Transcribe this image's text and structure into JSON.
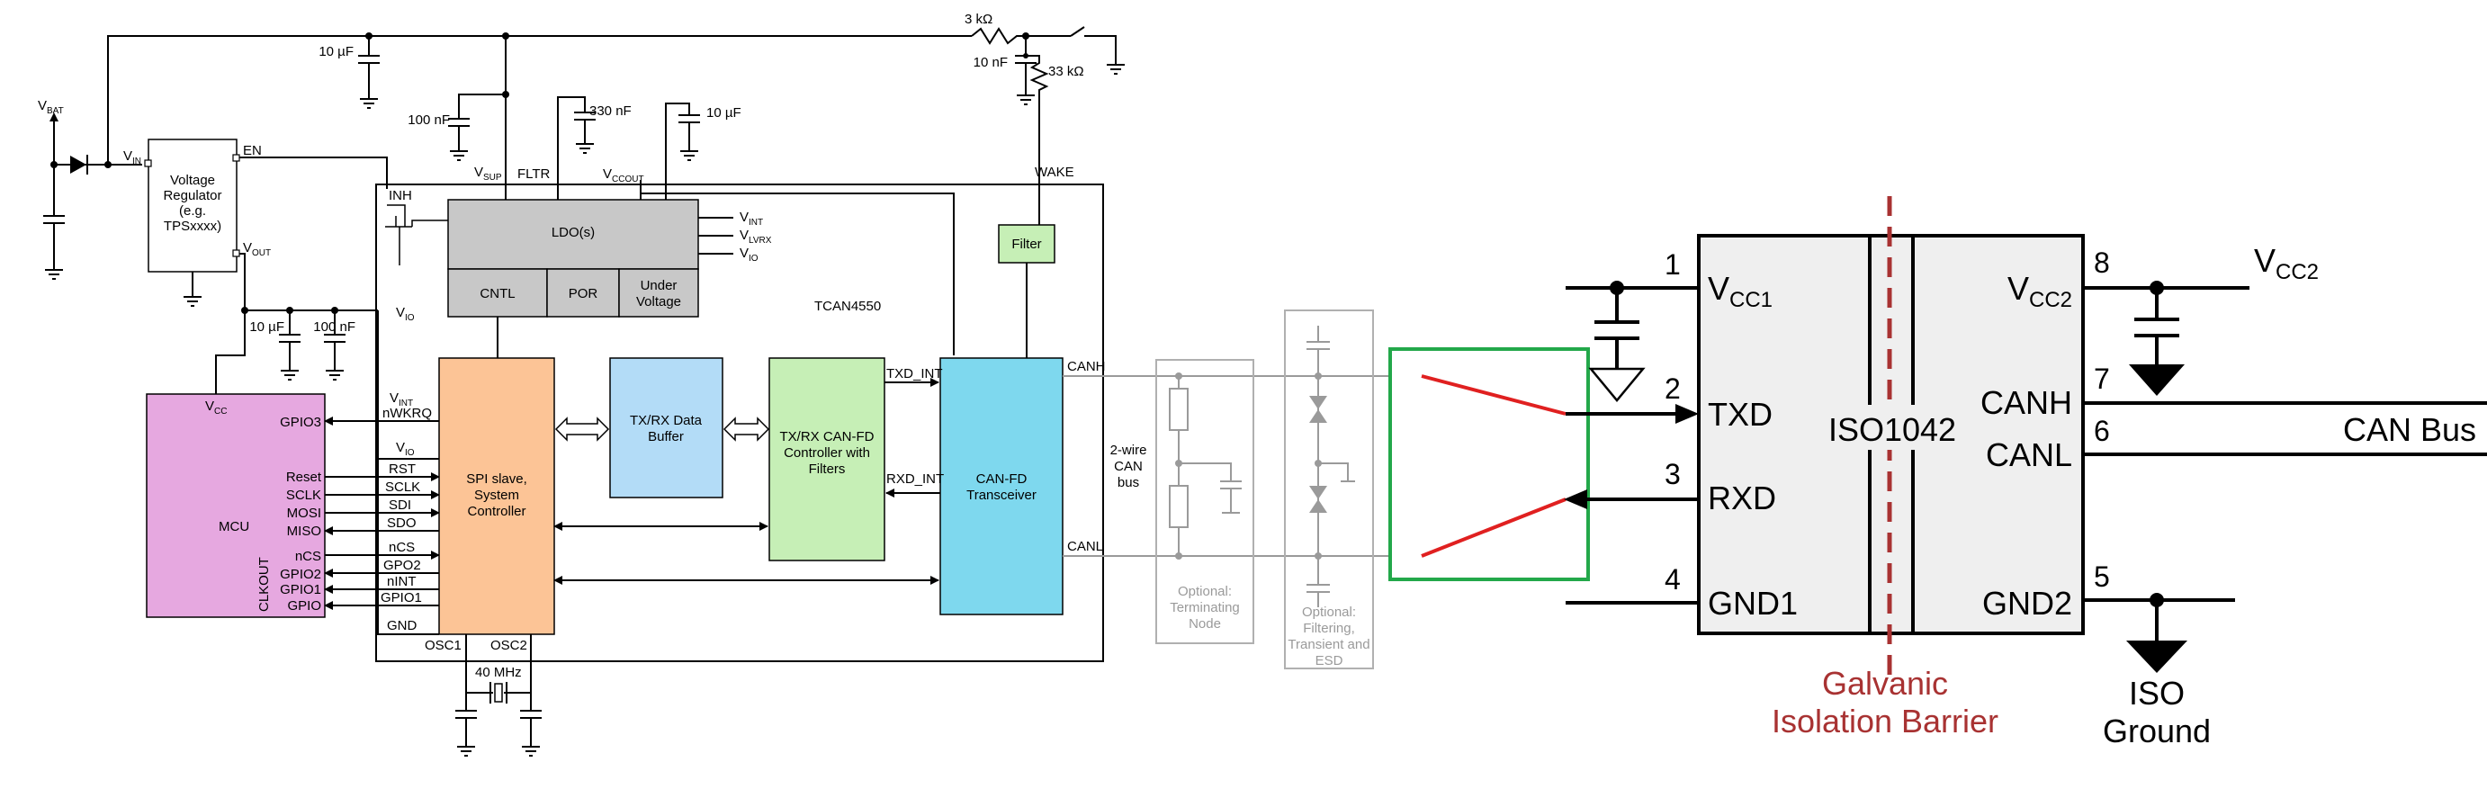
{
  "left": {
    "vbat": {
      "main": "V",
      "sub": "BAT"
    },
    "regulator": {
      "lines": [
        "Voltage",
        "Regulator",
        "(e.g.",
        "TPSxxxx)"
      ],
      "vin": {
        "main": "V",
        "sub": "IN"
      },
      "vout": {
        "main": "V",
        "sub": "OUT"
      },
      "en": "EN"
    },
    "caps": {
      "c1": "10 µF",
      "c2": "100 nF",
      "c3": "330 nF",
      "c4": "10 µF",
      "c5": "10 µF",
      "c6": "100 nF",
      "c7": "10 nF"
    },
    "resistors": {
      "r1": "3 kΩ",
      "r2": "33 kΩ"
    },
    "inh": "INH",
    "vsup": {
      "main": "V",
      "sub": "SUP"
    },
    "fltr": "FLTR",
    "vccout": {
      "main": "V",
      "sub": "CCOUT"
    },
    "wake": "WAKE",
    "ldo": {
      "title": "LDO(s)",
      "cntl": "CNTL",
      "por": "POR",
      "uv_line1": "Under",
      "uv_line2": "Voltage"
    },
    "ldo_outputs": [
      {
        "main": "V",
        "sub": "INT"
      },
      {
        "main": "V",
        "sub": "LVRX"
      },
      {
        "main": "V",
        "sub": "IO"
      }
    ],
    "vio_label": {
      "main": "V",
      "sub": "IO"
    },
    "chip_name": "TCAN4550",
    "filter": "Filter",
    "mcu": {
      "label": "MCU",
      "vcc": {
        "main": "V",
        "sub": "CC"
      },
      "clkout": "CLKOUT",
      "pins": [
        "GPIO3",
        "Reset",
        "SCLK",
        "MOSI",
        "MISO",
        "nCS",
        "GPIO2",
        "GPIO1",
        "GPIO"
      ]
    },
    "spi_pins": {
      "vint": {
        "main": "V",
        "sub": "INT"
      },
      "nwkrq": "nWKRQ",
      "vio": {
        "main": "V",
        "sub": "IO"
      },
      "rst": "RST",
      "sclk": "SCLK",
      "sdi": "SDI",
      "sdo": "SDO",
      "ncs": "nCS",
      "gpo2": "GPO2",
      "nint": "nINT",
      "gpio1": "GPIO1",
      "gnd": "GND"
    },
    "spi": {
      "lines": [
        "SPI slave,",
        "System",
        "Controller"
      ]
    },
    "buffer": {
      "lines": [
        "TX/RX Data",
        "Buffer"
      ]
    },
    "canfd_ctrl": {
      "lines": [
        "TX/RX CAN-FD",
        "Controller with",
        "Filters"
      ]
    },
    "txd_int": "TXD_INT",
    "rxd_int": "RXD_INT",
    "transceiver": {
      "lines": [
        "CAN-FD",
        "Transceiver"
      ]
    },
    "canh": "CANH",
    "canl": "CANL",
    "bus_lines": [
      "2-wire",
      "CAN",
      "bus"
    ],
    "osc1": "OSC1",
    "osc2": "OSC2",
    "crystal": "40 MHz",
    "term_node": [
      "Optional:",
      "Terminating",
      "Node"
    ],
    "filter_node": [
      "Optional:",
      "Filtering,",
      "Transient and",
      "ESD"
    ]
  },
  "right": {
    "chip_name": "ISO1042",
    "vcc1": {
      "main": "V",
      "sub": "CC1"
    },
    "vcc2": {
      "main": "V",
      "sub": "CC2"
    },
    "vcc2_ext": {
      "main": "V",
      "sub": "CC2"
    },
    "txd": "TXD",
    "rxd": "RXD",
    "gnd1": "GND1",
    "gnd2": "GND2",
    "canh": "CANH",
    "canl": "CANL",
    "can_bus": "CAN Bus",
    "pins": {
      "p1": "1",
      "p2": "2",
      "p3": "3",
      "p4": "4",
      "p5": "5",
      "p6": "6",
      "p7": "7",
      "p8": "8"
    },
    "barrier": [
      "Galvanic",
      "Isolation Barrier"
    ],
    "iso_ground": [
      "ISO",
      "Ground"
    ]
  },
  "colors": {
    "mcu": "#e6a8e0",
    "spi": "#fcc496",
    "buffer": "#b3dcf7",
    "controller": "#c6efb6",
    "transceiver": "#7ed8ee",
    "filter": "#c6efb6",
    "ldo": "#c8c8c8",
    "iso_body": "#efefef",
    "barrier": "#a83232",
    "highlight": "#23a84a",
    "redline": "#e02020"
  }
}
